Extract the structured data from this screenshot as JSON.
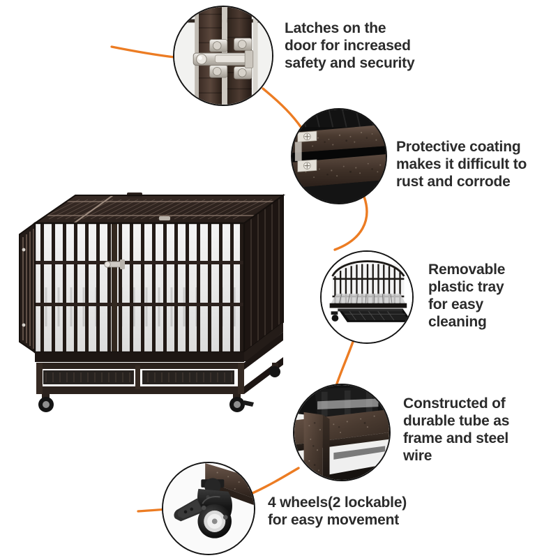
{
  "product": {
    "name": "heavy-duty-dog-crate",
    "description": "Dark brown powder-coated steel dog crate with top opening, double front doors, removable bottom tray and four caster wheels",
    "frame_color": "#2e2420",
    "bar_color": "#1b1512",
    "accent_color": "#ec7c23",
    "text_color": "#2b2b2b",
    "background_color": "#ffffff"
  },
  "callouts": [
    {
      "id": "latches",
      "text": "Latches on the\ndoor for increased\nsafety and security",
      "inset_name": "latch-closeup",
      "inset_alt": "Close-up of a stainless steel sliding latch mounted between two coated vertical tubes"
    },
    {
      "id": "coating",
      "text": "Protective coating\nmakes it difficult to\nrust and corrode",
      "inset_name": "coating-closeup",
      "inset_alt": "Close-up of textured hammered protective coating on the crate tubing with two screws"
    },
    {
      "id": "tray",
      "text": "Removable\nplastic tray\nfor easy\ncleaning",
      "inset_name": "tray-closeup",
      "inset_alt": "Crate with the black plastic tray partially slid out from the bottom"
    },
    {
      "id": "frame",
      "text": "Constructed of\ndurable tube as\nframe and steel\nwire",
      "inset_name": "frame-closeup",
      "inset_alt": "Close-up of the square steel tube frame corner joint"
    },
    {
      "id": "wheels",
      "text": "4 wheels(2 lockable)\nfor easy movement",
      "inset_name": "wheel-closeup",
      "inset_alt": "Close-up of a black swivel caster wheel with a lock brake lever"
    }
  ]
}
